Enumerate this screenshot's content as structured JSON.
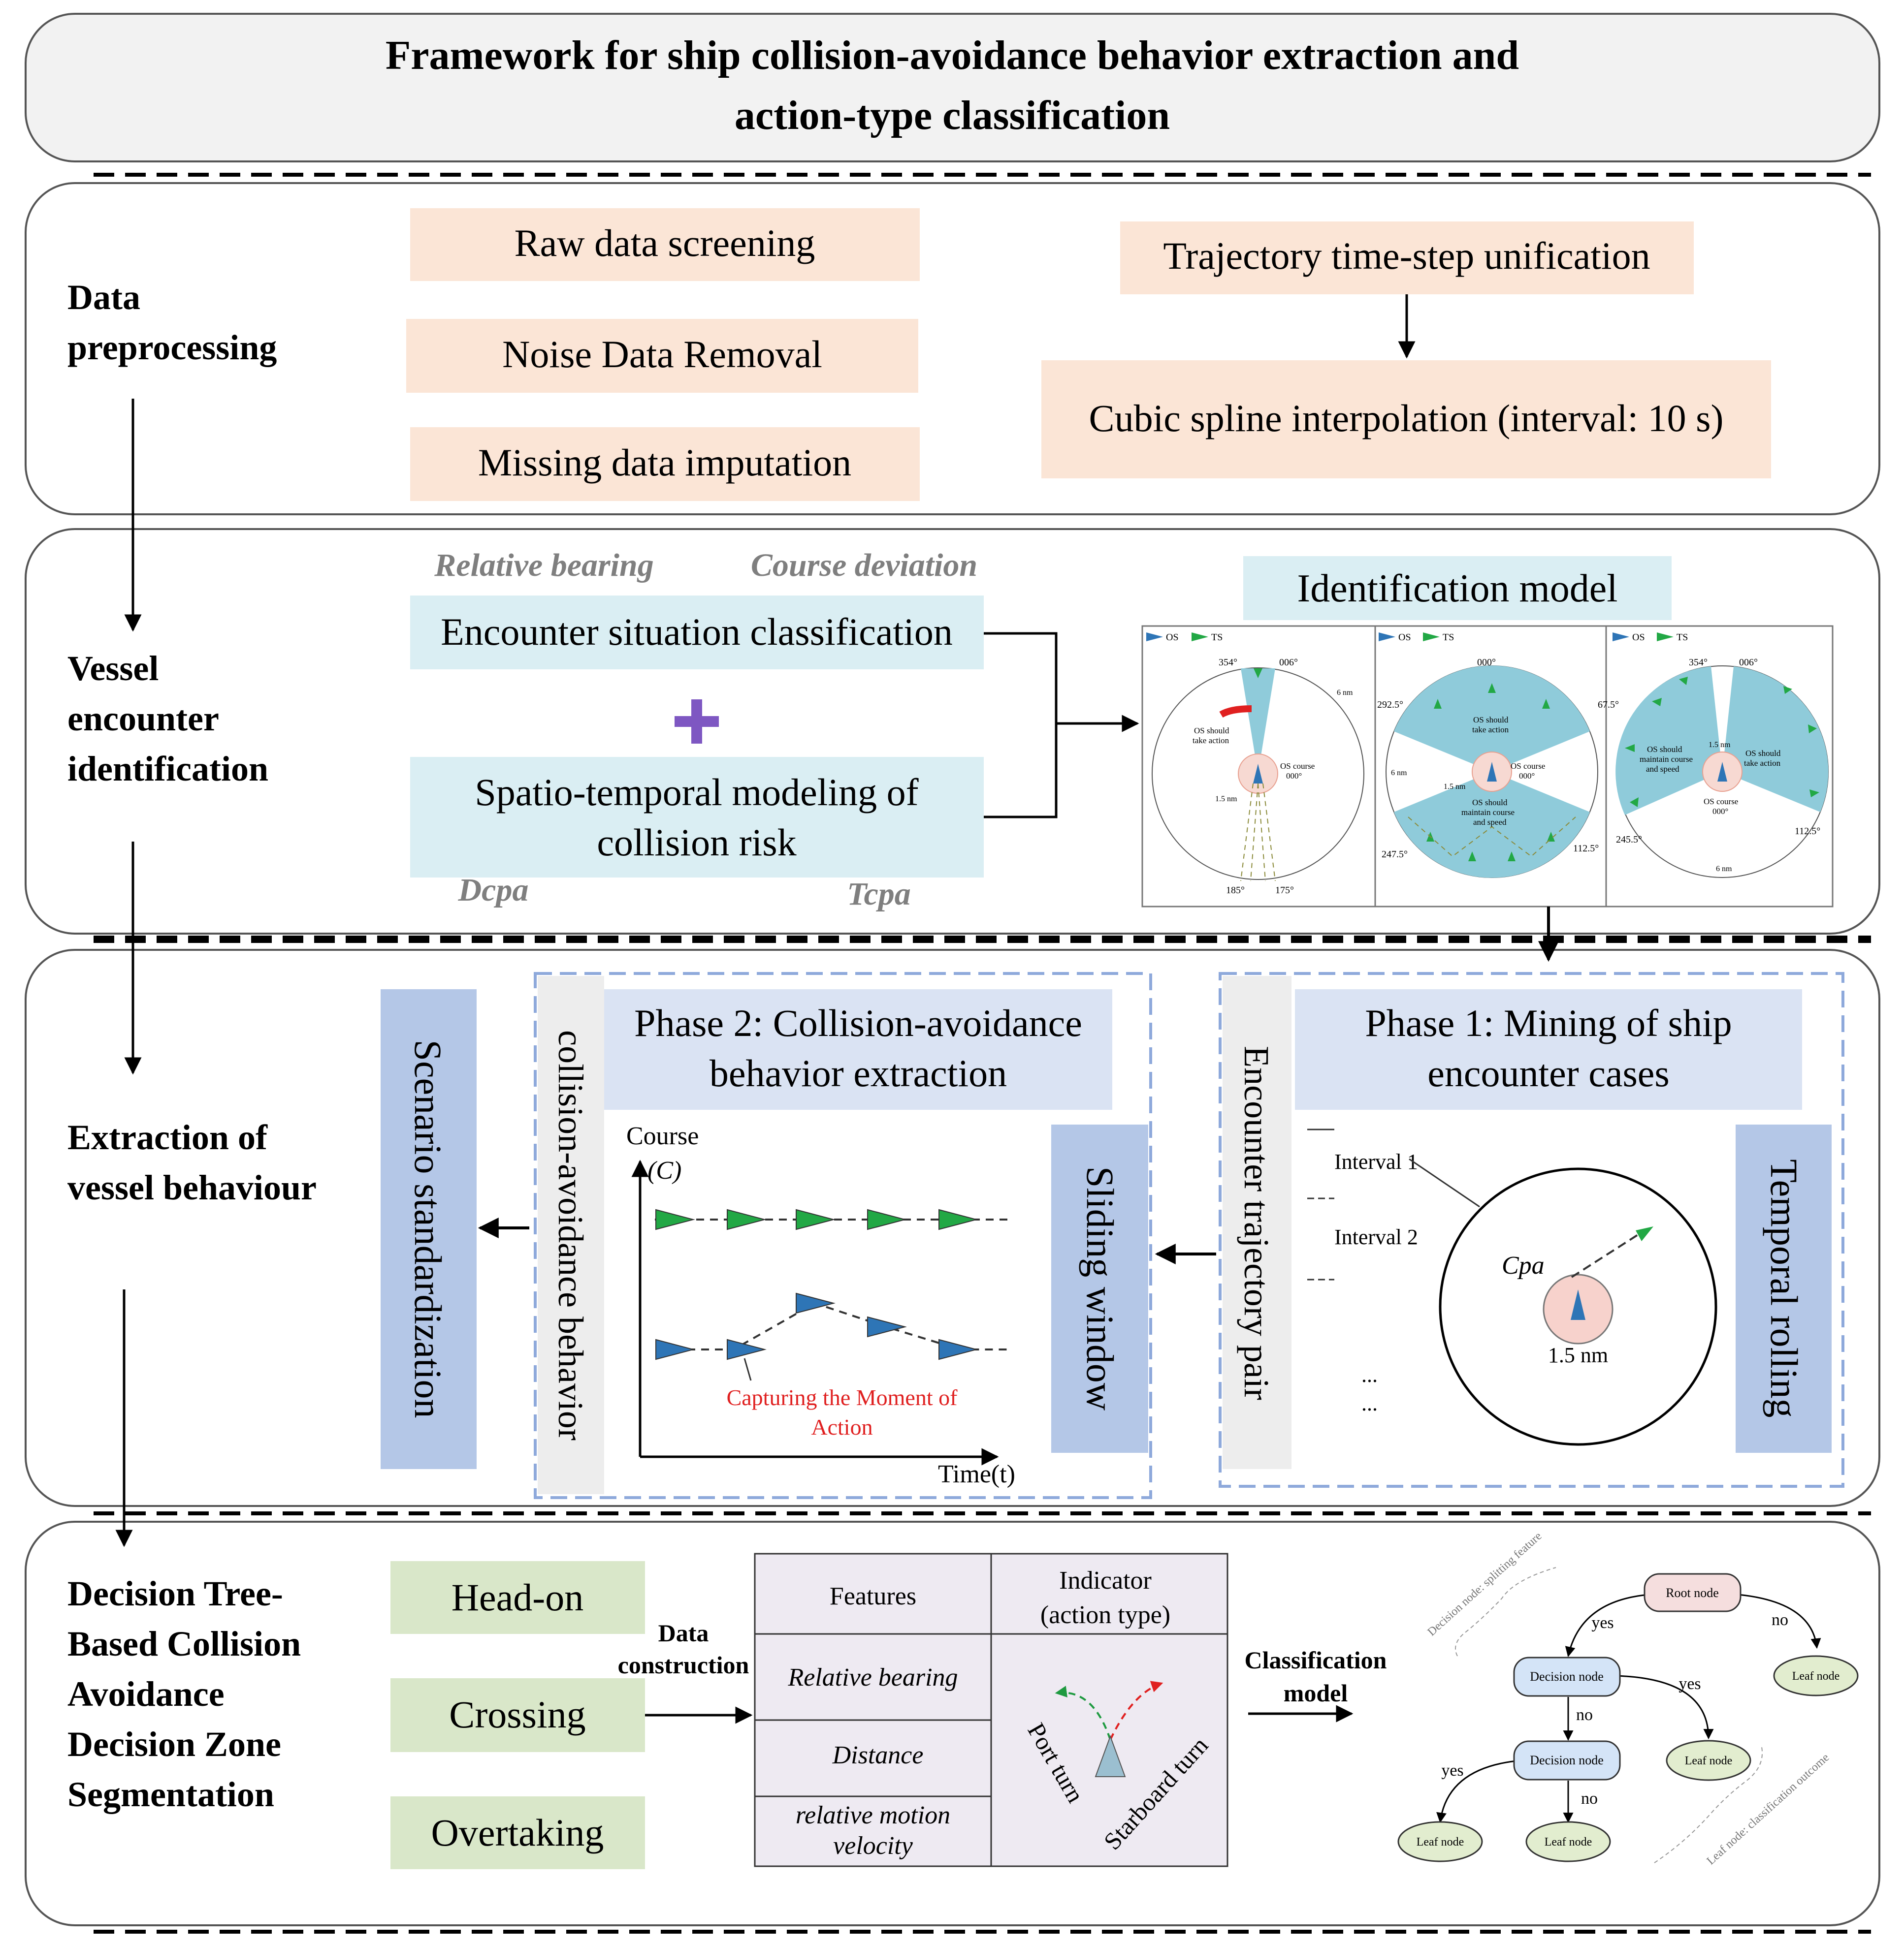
{
  "title": {
    "line1": "Framework for ship collision-avoidance behavior extraction and",
    "line2": "action-type classification"
  },
  "sections": {
    "s1": {
      "line1": "Data",
      "line2": "preprocessing"
    },
    "s2": {
      "line1": "Vessel",
      "line2": "encounter",
      "line3": "identification"
    },
    "s3": {
      "line1": "Extraction of",
      "line2": "vessel behaviour"
    },
    "s4": {
      "line1": "Decision Tree-",
      "line2": "Based Collision",
      "line3": "Avoidance",
      "line4": "Decision Zone",
      "line5": "Segmentation"
    }
  },
  "preprocessing": {
    "raw": "Raw data screening",
    "noise": "Noise Data Removal",
    "missing": "Missing data imputation",
    "timestep": "Trajectory time-step unification",
    "spline": "Cubic spline interpolation (interval: 10 s)"
  },
  "encounter": {
    "relative_bearing": "Relative bearing",
    "course_deviation": "Course deviation",
    "classification": "Encounter situation classification",
    "plus": "+",
    "risk_line1": "Spatio-temporal modeling of",
    "risk_line2": "collision risk",
    "dcpa": "Dcpa",
    "tcpa": "Tcpa",
    "model_title": "Identification model"
  },
  "panels": {
    "legend_os": "OS",
    "legend_ts": "TS",
    "p1": {
      "a354": "354°",
      "a006": "006°",
      "nm6": "6 nm",
      "nm15": "1.5 nm",
      "action1": "OS should",
      "action2": "take action",
      "course1": "OS course",
      "course2": "000°",
      "a185": "185°",
      "a175": "175°"
    },
    "p2": {
      "a000": "000°",
      "a2925": "292.5°",
      "a675": "67.5°",
      "action1": "OS should",
      "action2": "take action",
      "nm6": "6 nm",
      "course1": "OS course",
      "course2": "000°",
      "nm15": "1.5 nm",
      "maintain1": "OS should",
      "maintain2": "maintain course",
      "maintain3": "and speed",
      "a2475": "247.5°",
      "a1125": "112.5°"
    },
    "p3": {
      "a354": "354°",
      "a006": "006°",
      "nm15": "1.5 nm",
      "maintain1": "OS should",
      "maintain2": "maintain course",
      "maintain3": "and speed",
      "action1": "OS should",
      "action2": "take action",
      "course1": "OS course",
      "course2": "000°",
      "a2455": "245.5°",
      "a1125": "112.5°",
      "nm6": "6 nm"
    }
  },
  "extraction": {
    "scenario": "Scenario standardization",
    "ca_behavior": "collision-avoidance behavior",
    "phase2_line1": "Phase 2:  Collision-avoidance",
    "phase2_line2": "behavior extraction",
    "course": "Course",
    "course_c": "(C)",
    "capture_line1": "Capturing the Moment of",
    "capture_line2": "Action",
    "time_axis": "Time(t)",
    "sliding": "Sliding window",
    "trajectory_pair": "Encounter trajectory pair",
    "phase1_line1": "Phase 1: Mining of ship",
    "phase1_line2": "encounter cases",
    "interval1": "Interval 1",
    "interval2": "Interval 2",
    "dots": "...",
    "cpa": "Cpa",
    "nm": "1.5 nm",
    "temporal": "Temporal rolling"
  },
  "decision": {
    "headon": "Head-on",
    "crossing": "Crossing",
    "overtaking": "Overtaking",
    "data_construction_line1": "Data",
    "data_construction_line2": "construction",
    "features": "Features",
    "indicator_line1": "Indicator",
    "indicator_line2": "(action type)",
    "relative_bearing": "Relative bearing",
    "distance": "Distance",
    "velocity_line1": "relative motion",
    "velocity_line2": "velocity",
    "port_turn": "Port turn",
    "starboard_turn": "Starboard turn",
    "classification_line1": "Classification",
    "classification_line2": "model",
    "root": "Root node",
    "decision_node": "Decision node",
    "leaf": "Leaf node",
    "yes": "yes",
    "no": "no",
    "split_note": "Decision node: splitting feature",
    "leaf_note": "Leaf node: classification outcome"
  },
  "colors": {
    "peach": "#FBE5D6",
    "cyan": "#DAEEF3",
    "lavender": "#DAE3F3",
    "blue_box": "#B4C7E7",
    "green_box": "#D9E7C9",
    "table_bg": "#EEEAF2",
    "sector": "#8FCBDA",
    "ts_green": "#22A845",
    "os_blue": "#2E75B6",
    "dash_blue": "#8EA9DB",
    "red": "#E02020",
    "plus": "#7E57C2"
  }
}
